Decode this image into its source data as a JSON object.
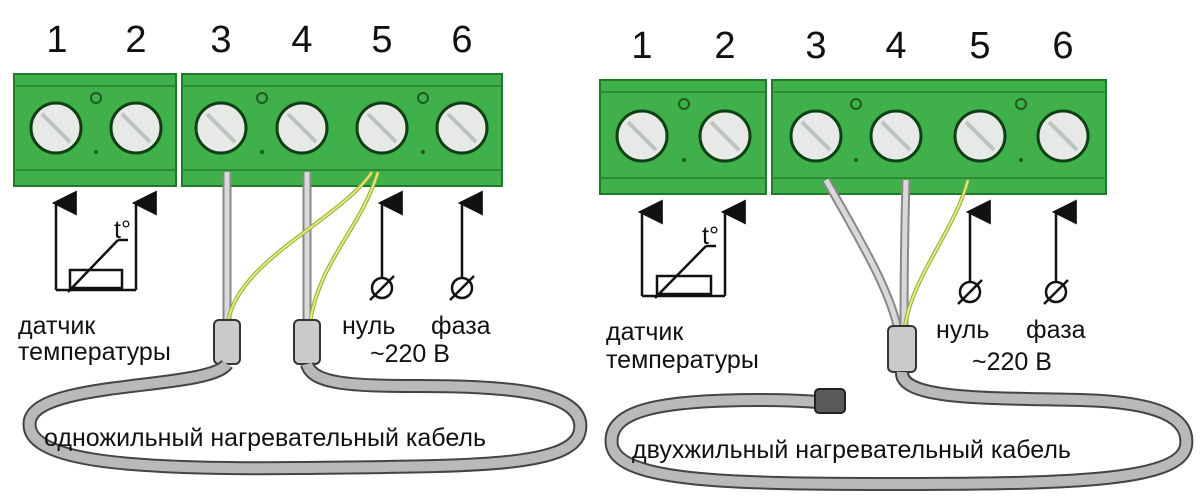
{
  "colors": {
    "terminal_green": "#3fb04a",
    "terminal_dark": "#1f7a2a",
    "cable_gray": "#a9aaa9",
    "earth_yellow": "#d8e86a",
    "screw_face": "#e7e9e6"
  },
  "diagram_left": {
    "terminal_numbers": [
      "1",
      "2",
      "3",
      "4",
      "5",
      "6"
    ],
    "sensor_label_line1": "датчик",
    "sensor_label_line2": "температуры",
    "neutral_label": "нуль",
    "phase_label": "фаза",
    "voltage_label": "~220 В",
    "thermistor_symbol": "t°",
    "cable_label": "одножильный нагревательный кабель"
  },
  "diagram_right": {
    "terminal_numbers": [
      "1",
      "2",
      "3",
      "4",
      "5",
      "6"
    ],
    "sensor_label_line1": "датчик",
    "sensor_label_line2": "температуры",
    "neutral_label": "нуль",
    "phase_label": "фаза",
    "voltage_label": "~220 В",
    "thermistor_symbol": "t°",
    "cable_label": "двухжильный нагревательный кабель"
  }
}
